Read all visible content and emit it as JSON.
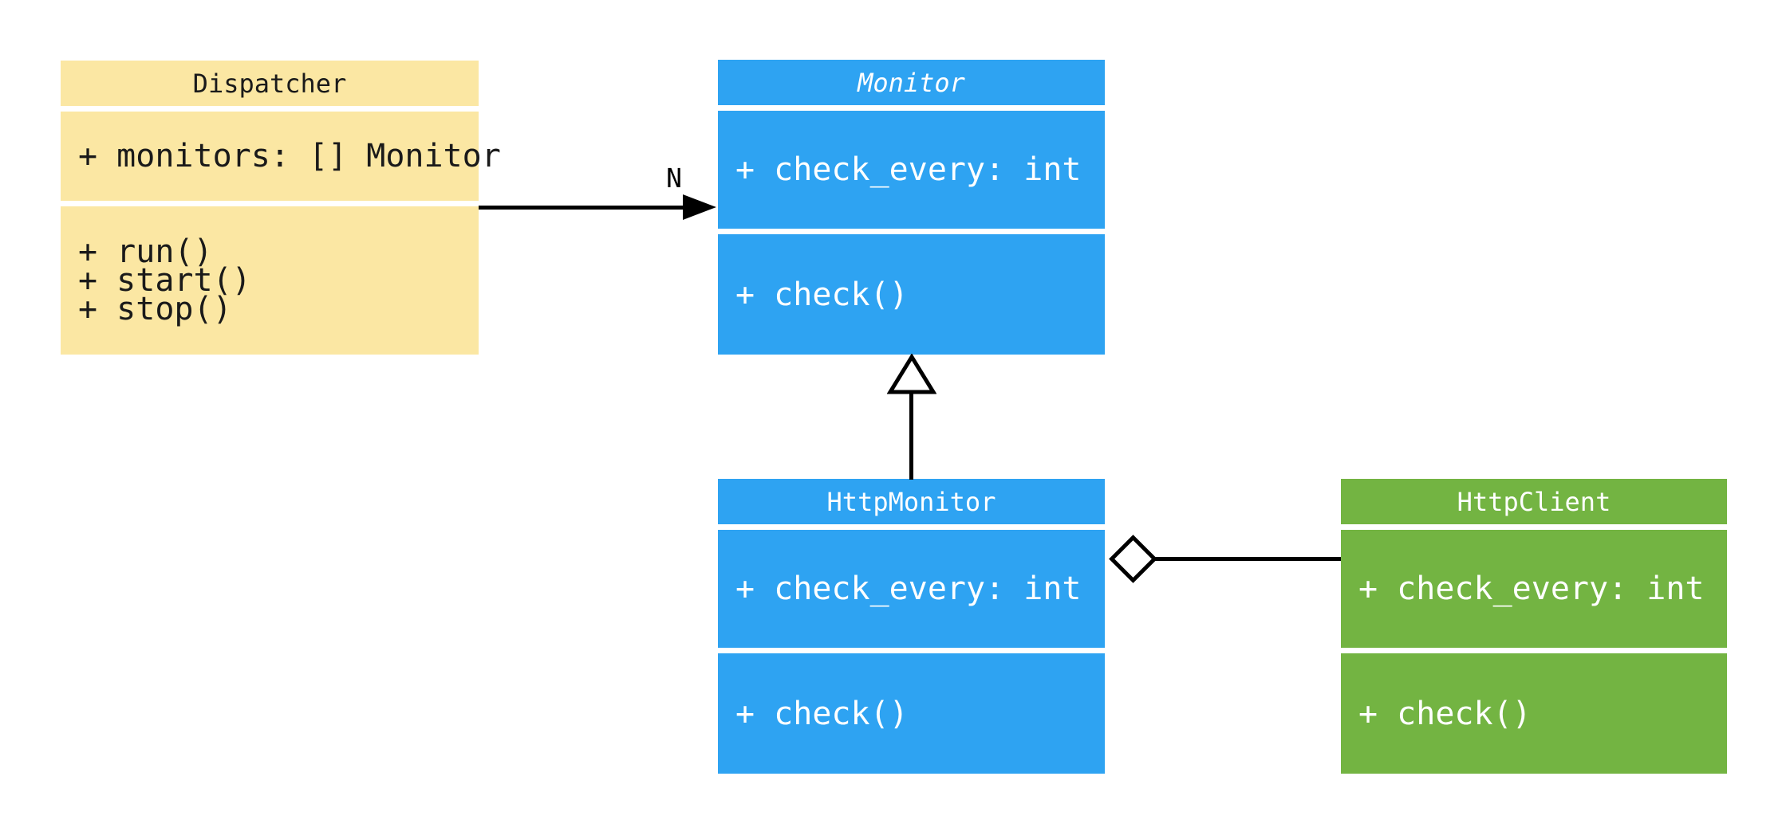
{
  "diagram": {
    "type": "uml-class-diagram",
    "background": "#FFFFFF",
    "line_color": "#000000",
    "classes": [
      {
        "name": "Dispatcher",
        "abstract": false,
        "fill": "#FBE7A3",
        "text_color": "#1A1A1A",
        "attributes": [
          "+ monitors: [] Monitor"
        ],
        "methods": [
          "+ run()",
          "+ start()",
          "+ stop()"
        ]
      },
      {
        "name": "Monitor",
        "abstract": true,
        "fill": "#2EA3F2",
        "text_color": "#FFFFFF",
        "attributes": [
          "+ check_every: int"
        ],
        "methods": [
          "+ check()"
        ]
      },
      {
        "name": "HttpMonitor",
        "abstract": false,
        "fill": "#2EA3F2",
        "text_color": "#FFFFFF",
        "attributes": [
          "+ check_every: int"
        ],
        "methods": [
          "+ check()"
        ]
      },
      {
        "name": "HttpClient",
        "abstract": false,
        "fill": "#73B442",
        "text_color": "#FFFFFF",
        "attributes": [
          "+ check_every: int"
        ],
        "methods": [
          "+ check()"
        ]
      }
    ],
    "relationships": [
      {
        "type": "association",
        "from": "Dispatcher",
        "to": "Monitor",
        "label": "N",
        "arrowhead": "filled-arrow"
      },
      {
        "type": "generalization",
        "from": "HttpMonitor",
        "to": "Monitor",
        "label": "",
        "arrowhead": "hollow-triangle"
      },
      {
        "type": "aggregation",
        "from": "HttpMonitor",
        "to": "HttpClient",
        "label": "",
        "arrowhead": "hollow-diamond"
      }
    ]
  }
}
